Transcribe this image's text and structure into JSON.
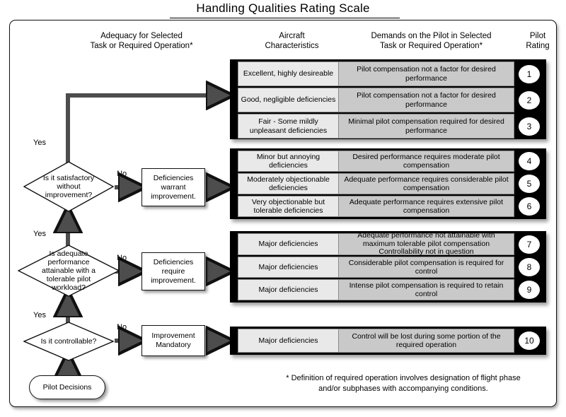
{
  "title": "Handling Qualities Rating Scale",
  "headers": {
    "adequacy": "Adequacy for Selected\nTask or Required  Operation*",
    "adequacy_l1": "Adequacy for Selected",
    "adequacy_l2": "Task or Required  Operation*",
    "aircraft_l1": "Aircraft",
    "aircraft_l2": "Characteristics",
    "demands_l1": "Demands on the Pilot in Selected",
    "demands_l2": "Task or Required Operation*",
    "rating_l1": "Pilot",
    "rating_l2": "Rating"
  },
  "groups": [
    {
      "id": "group-satisfactory",
      "rows": [
        {
          "aircraft": "Excellent, highly desireable",
          "demands": "Pilot compensation not a factor for desired performance",
          "rating": "1"
        },
        {
          "aircraft": "Good, negligible deficiencies",
          "demands": "Pilot compensation not a factor for desired performance",
          "rating": "2"
        },
        {
          "aircraft": "Fair - Some mildly unpleasant deficiencies",
          "demands": "Minimal pilot compensation required for desired performance",
          "rating": "3"
        }
      ]
    },
    {
      "id": "group-warrant-improvement",
      "rows": [
        {
          "aircraft": "Minor but annoying deficiencies",
          "demands": "Desired performance requires moderate pilot compensation",
          "rating": "4"
        },
        {
          "aircraft": "Moderately objectionable deficiencies",
          "demands": "Adequate performance requires considerable pilot compensation",
          "rating": "5"
        },
        {
          "aircraft": "Very objectionable but tolerable deficiencies",
          "demands": "Adequate performance requires extensive pilot compensation",
          "rating": "6"
        }
      ]
    },
    {
      "id": "group-require-improvement",
      "rows": [
        {
          "aircraft": "Major deficiencies",
          "demands": "Adequate performance not attainable with maximum tolerable pilot compensation Controllability not in question",
          "rating": "7"
        },
        {
          "aircraft": "Major deficiencies",
          "demands": "Considerable pilot compensation is required for control",
          "rating": "8"
        },
        {
          "aircraft": "Major deficiencies",
          "demands": "Intense pilot compensation is required to retain control",
          "rating": "9"
        }
      ]
    },
    {
      "id": "group-improvement-mandatory",
      "rows": [
        {
          "aircraft": "Major deficiencies",
          "demands": "Control will be lost during some portion of the required operation",
          "rating": "10"
        }
      ]
    }
  ],
  "flow": {
    "decisions": [
      {
        "id": "decision-satisfactory",
        "text": "Is it satisfactory without improvement?"
      },
      {
        "id": "decision-adequate-performance",
        "text": "Is adequate performance attainable with a tolerable pilot workload?"
      },
      {
        "id": "decision-controllable",
        "text": "Is it controllable?"
      }
    ],
    "processes": [
      {
        "id": "process-deficiencies-warrant",
        "text": "Deficiencies warrant improvement."
      },
      {
        "id": "process-deficiencies-require",
        "text": "Deficiencies require improvement."
      },
      {
        "id": "process-improvement-mandatory",
        "text": "Improvement Mandatory"
      }
    ],
    "start": {
      "id": "start-pilot-decisions",
      "text": "Pilot Decisions"
    },
    "labels": {
      "yes1": "Yes",
      "yes2": "Yes",
      "yes3": "Yes",
      "no1": "No",
      "no2": "No",
      "no3": "No"
    }
  },
  "footnote_l1": "* Definition of required operation involves designation of flight phase",
  "footnote_l2": "and/or subphases with accompanying conditions.",
  "colors": {
    "aircraft_cell": "#e9e9e9",
    "demands_cell": "#c9c9c9",
    "group_bar": "#000000",
    "arrow": "#4d4d4d"
  }
}
